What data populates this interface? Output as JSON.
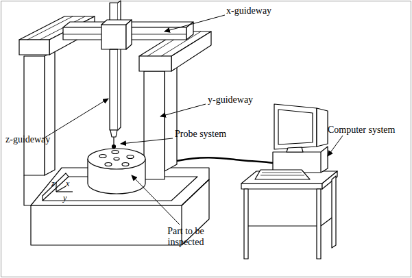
{
  "diagram": {
    "labels": [
      "x-guideway",
      "y-guideway",
      "z-guideway",
      "Probe system",
      "Computer system",
      "Part to be inspected",
      "z",
      "x",
      "y"
    ]
  }
}
